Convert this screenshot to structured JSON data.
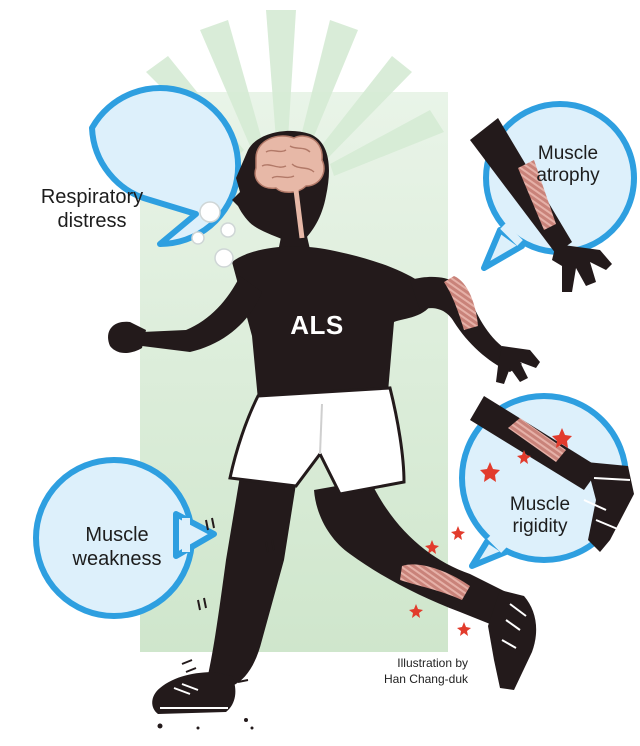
{
  "title": "ALS",
  "callouts": {
    "respiratory": {
      "line1": "Respiratory",
      "line2": "distress"
    },
    "atrophy": {
      "line1": "Muscle",
      "line2": "atrophy"
    },
    "rigidity": {
      "line1": "Muscle",
      "line2": "rigidity"
    },
    "weakness": {
      "line1": "Muscle",
      "line2": "weakness"
    }
  },
  "credit": {
    "line1": "Illustration by",
    "line2": "Han Chang-duk"
  },
  "colors": {
    "background_panel": "#d9ecd8",
    "bubble_stroke": "#2e9fe0",
    "bubble_fill": "#ddf0fb",
    "figure": "#231a1b",
    "muscle": "#c9837a",
    "brain": "#e7b8a7",
    "star": "#e23b2c"
  },
  "icons": [
    "brain-icon",
    "star-icon",
    "breath-bubble-icon",
    "muscle-icon"
  ]
}
